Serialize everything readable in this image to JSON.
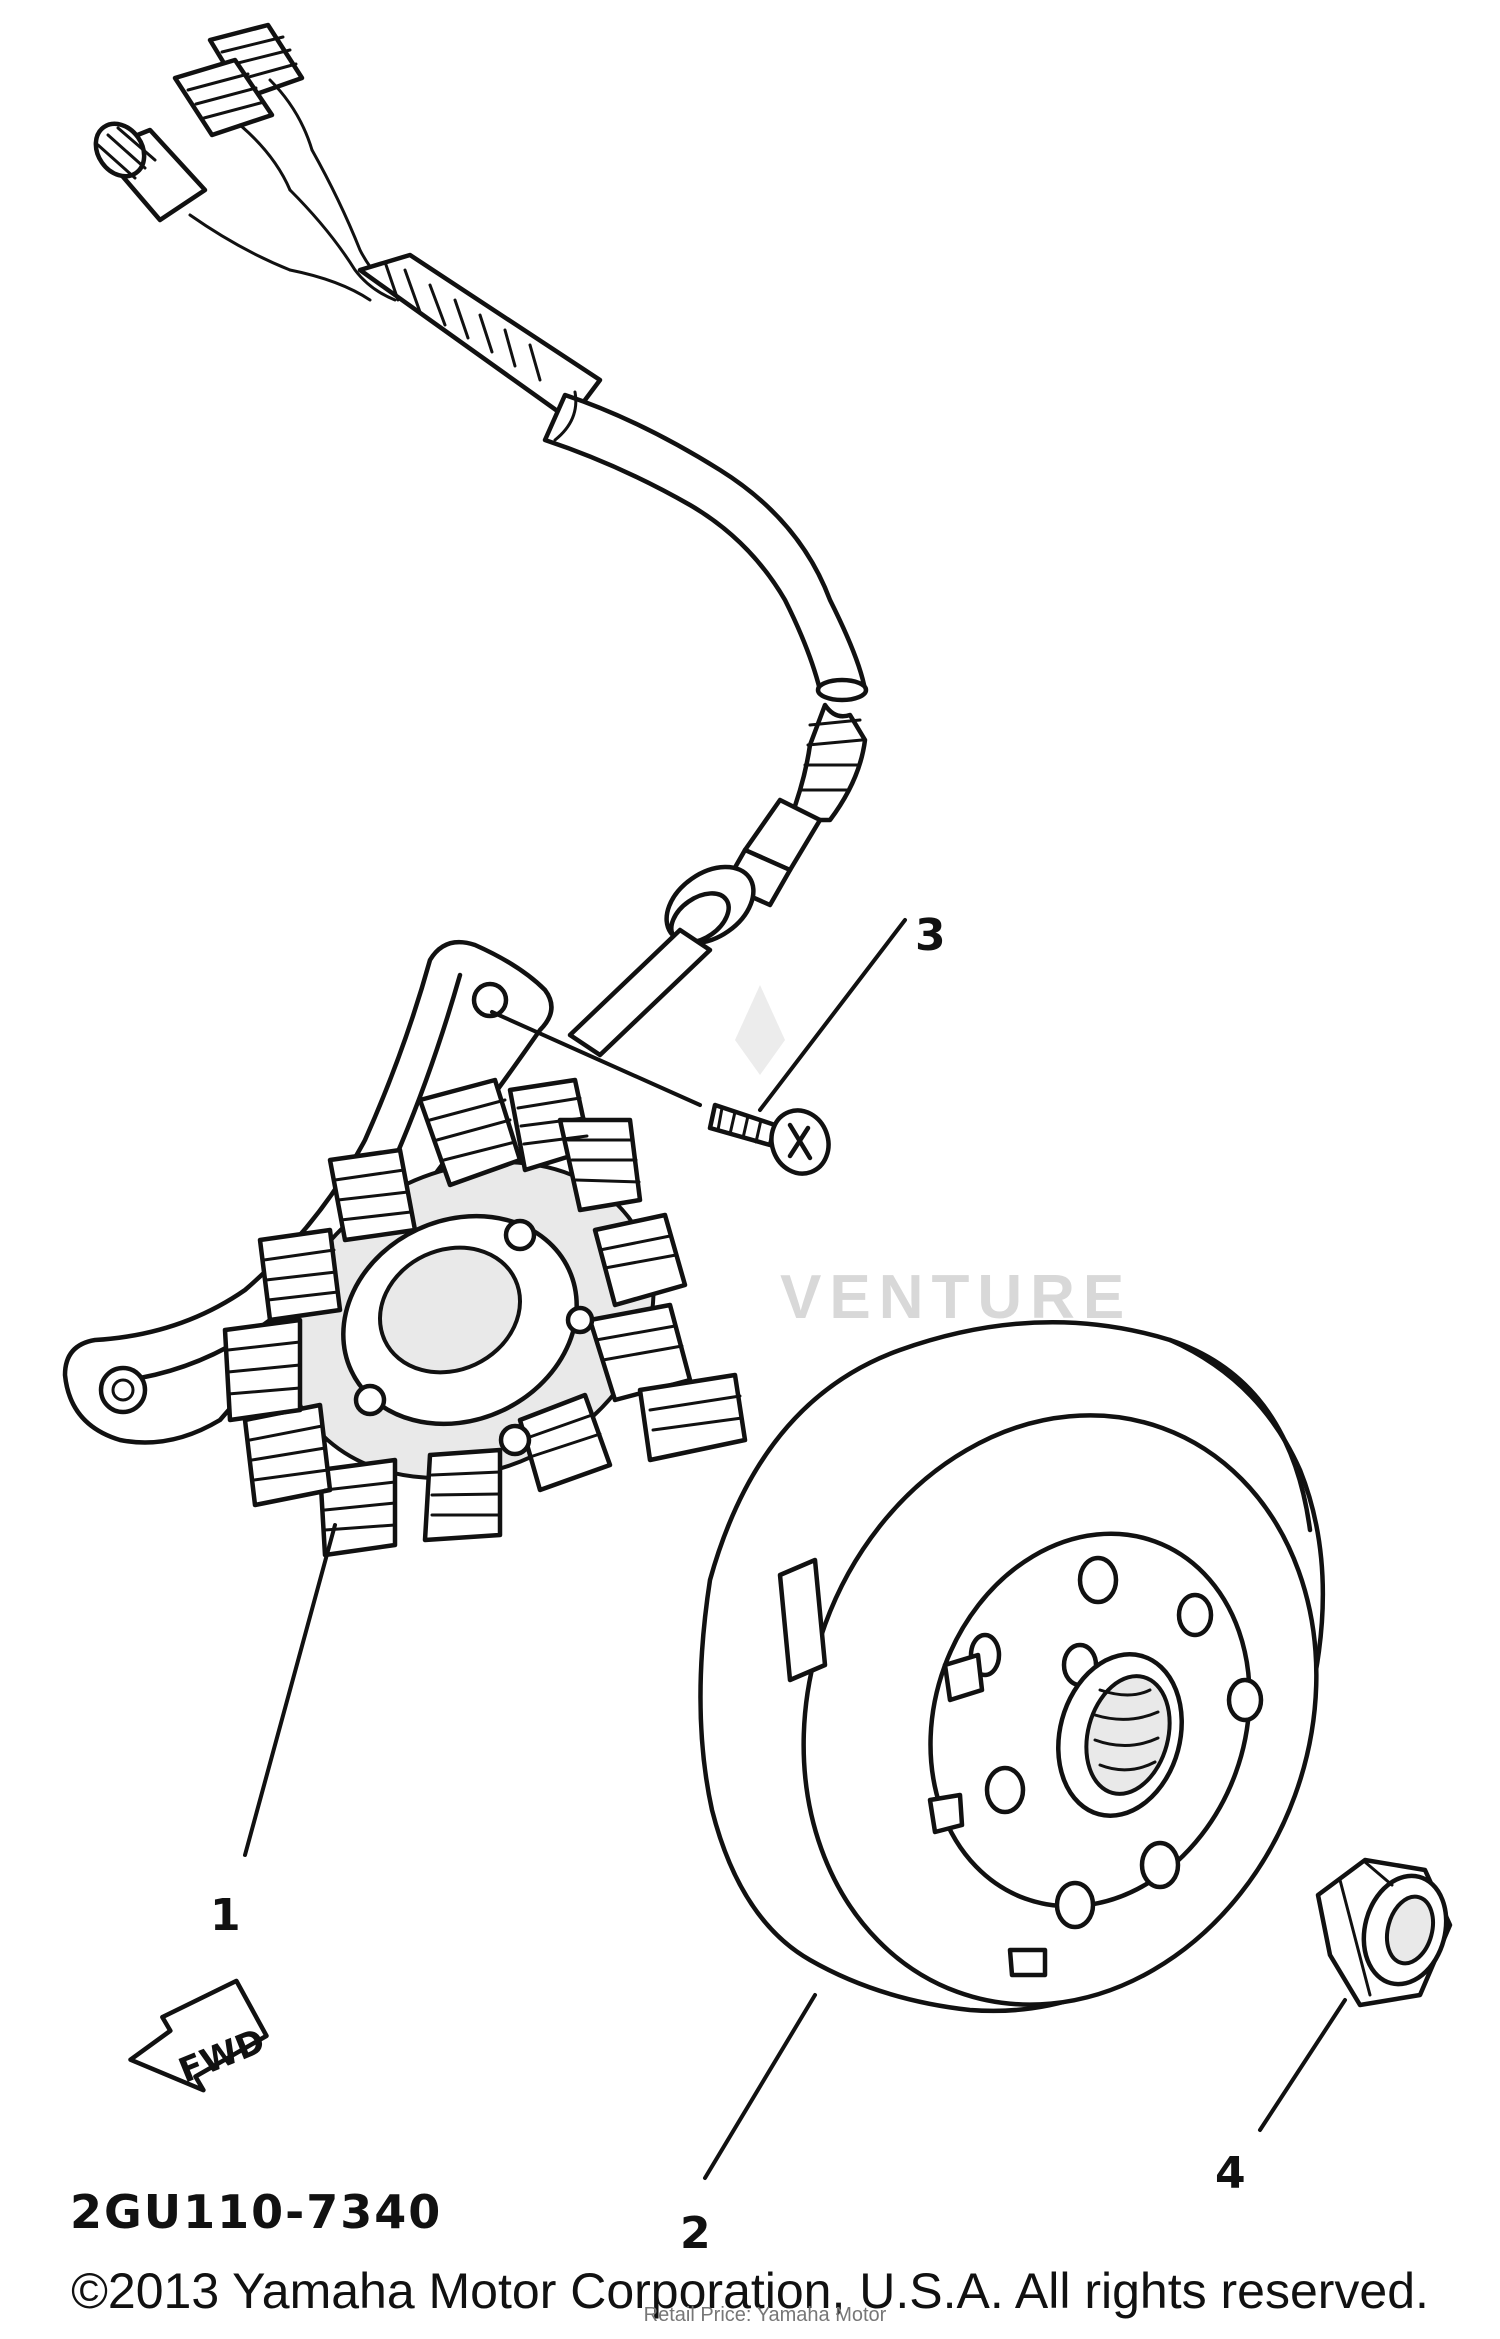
{
  "diagram": {
    "parts": [
      {
        "callout": "1"
      },
      {
        "callout": "2"
      },
      {
        "callout": "3"
      },
      {
        "callout": "4"
      }
    ],
    "direction_arrow_label": "FWD",
    "diagram_code": "2GU110-7340",
    "watermark": "VENTURE"
  },
  "footer": {
    "copyright": "©2013 Yamaha Motor Corporation, U.S.A. All rights reserved.",
    "overlay_text": "Retail Price: Yamaha Motor"
  },
  "colors": {
    "line": "#111111",
    "background": "#ffffff",
    "watermark": "#d8d8d8"
  }
}
